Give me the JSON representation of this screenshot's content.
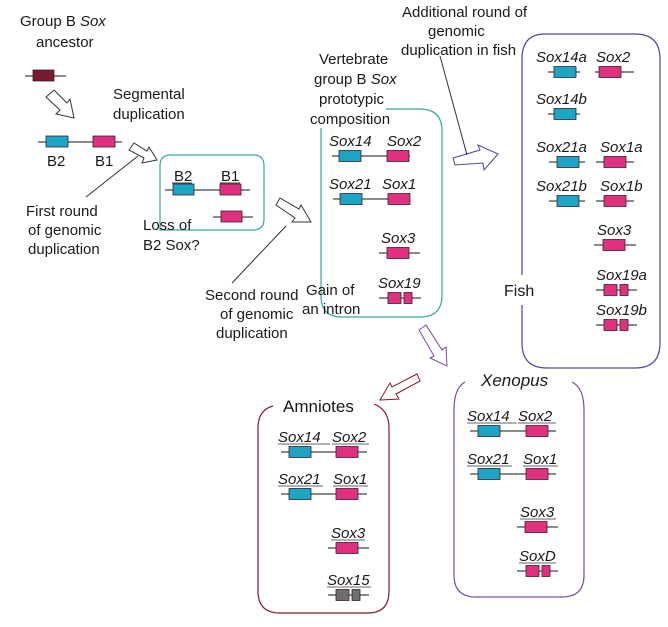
{
  "colors": {
    "ancestor": "#7a1a2e",
    "b2": "#1aa6c4",
    "b1": "#e0307f",
    "sox15": "#6e6e6e",
    "teal_box": "#3aa6a0",
    "fish_box": "#4a4a9a",
    "amniote_box": "#7a1f2a",
    "xenopus_box": "#7a4aa0",
    "gene_border": "#3a2030"
  },
  "labels": {
    "ancestor_line1_pre": "Group B ",
    "ancestor_line1_it": "Sox",
    "ancestor_line2": "ancestor",
    "segmental_1": "Segmental",
    "segmental_2": "duplication",
    "b2": "B2",
    "b1": "B1",
    "first_round_1": "First round",
    "first_round_2": "of genomic",
    "first_round_3": "duplication",
    "loss_1": "Loss of",
    "loss_2": "B2 Sox?",
    "b2_box": "B2",
    "b1_box": "B1",
    "second_round_1": "Second round",
    "second_round_2": "of genomic",
    "second_round_3": "duplication",
    "vert_1": "Vertebrate",
    "vert_2_pre": "group B ",
    "vert_2_it": "Sox",
    "vert_3": "prototypic",
    "vert_4": "composition",
    "gain_1": "Gain of",
    "gain_2": "an intron",
    "additional_1": "Additional round of",
    "additional_2": "genomic",
    "additional_3": "duplication in fish",
    "fish": "Fish",
    "amniotes": "Amniotes",
    "xenopus": "Xenopus"
  },
  "prototype": {
    "genes": [
      "Sox14",
      "Sox2",
      "Sox21",
      "Sox1",
      "Sox3",
      "Sox19"
    ]
  },
  "fish": {
    "genes": [
      "Sox14a",
      "Sox2",
      "Sox14b",
      "Sox21a",
      "Sox1a",
      "Sox21b",
      "Sox1b",
      "Sox3",
      "Sox19a",
      "Sox19b"
    ]
  },
  "amniotes": {
    "genes": [
      "Sox14",
      "Sox2",
      "Sox21",
      "Sox1",
      "Sox3",
      "Sox15"
    ]
  },
  "xenopus": {
    "genes": [
      "Sox14",
      "Sox2",
      "Sox21",
      "Sox1",
      "Sox3",
      "SoxD"
    ]
  }
}
